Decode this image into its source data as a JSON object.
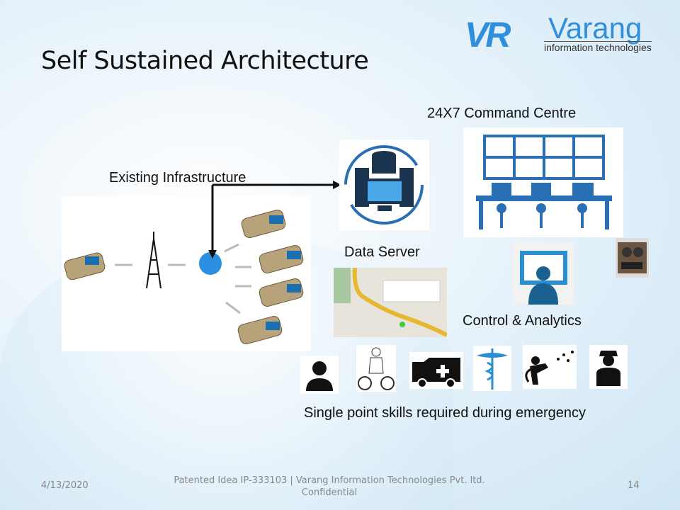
{
  "slide": {
    "title": "Self Sustained Architecture",
    "logo": {
      "mark": "VR",
      "name": "Varang",
      "tagline": "information technologies"
    },
    "labels": {
      "existing_infrastructure": "Existing Infrastructure",
      "command_centre": "24X7 Command Centre",
      "data_server": "Data Server",
      "control_analytics": "Control & Analytics",
      "skills": "Single point skills required during emergency"
    },
    "footer": {
      "date": "4/13/2020",
      "center_line1": "Patented Idea IP-333103 | Varang Information Technologies Pvt. ltd.",
      "center_line2": "Confidential",
      "page": "14"
    }
  },
  "colors": {
    "accent": "#2f8fdc",
    "icon_blue": "#2a6fb5"
  }
}
